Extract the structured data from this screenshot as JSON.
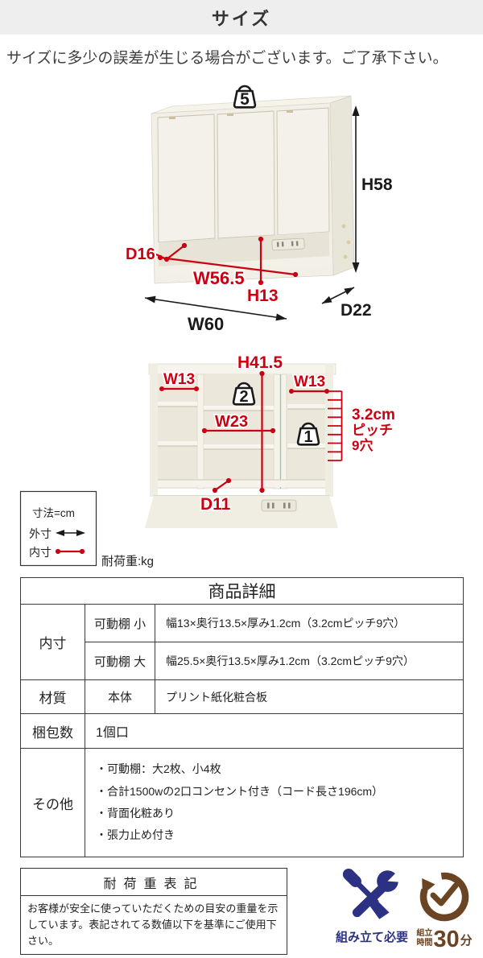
{
  "header": {
    "title": "サイズ"
  },
  "notice": "サイズに多少の誤差が生じる場合がございます。ご了承下さい。",
  "top_diagram": {
    "load_capacity_badge": "5",
    "outer_height": "H58",
    "inner_depth": "D16",
    "inner_width": "W56.5",
    "inner_height": "H13",
    "outer_width": "W60",
    "outer_depth": "D22"
  },
  "bottom_diagram": {
    "inner_height": "H41.5",
    "left_inner_width": "W13",
    "right_inner_width": "W13",
    "center_load_badge": "2",
    "center_inner_width": "W23",
    "right_load_badge": "1",
    "pitch_l1": "3.2cm",
    "pitch_l2": "ピッチ",
    "pitch_l3": "9穴",
    "inner_depth": "D11"
  },
  "legend": {
    "unit": "寸法=cm",
    "outer_label": "外寸",
    "inner_label": "内寸",
    "load_label": "耐荷重:kg"
  },
  "details": {
    "title": "商品詳細",
    "inner_label": "内寸",
    "shelf_small_label": "可動棚 小",
    "shelf_small_value": "幅13×奥行13.5×厚み1.2cm（3.2cmピッチ9穴）",
    "shelf_large_label": "可動棚 大",
    "shelf_large_value": "幅25.5×奥行13.5×厚み1.2cm（3.2cmピッチ9穴）",
    "material_label": "材質",
    "material_sub": "本体",
    "material_value": "プリント紙化粧合板",
    "package_label": "梱包数",
    "package_value": "1個口",
    "other_label": "その他",
    "other_items": [
      "・可動棚：大2枚、小4枚",
      "・合計1500wの2口コンセント付き（コード長さ196cm）",
      "・背面化粧あり",
      "・張力止め付き"
    ]
  },
  "load_note": {
    "title": "耐荷重表記",
    "body": "お客様が安全に使っていただくための目安の重量を示しています。表記されてる数値以下を基準にご使用下さい。"
  },
  "assembly": {
    "required_label": "組み立て必要",
    "time_prefix_l1": "組立",
    "time_prefix_l2": "時間",
    "time_value": "30",
    "time_unit": "分"
  },
  "icons": {
    "assembly": "wrench-screwdriver-icon",
    "time": "clock-rotate-icon",
    "load": "weight-badge-icon"
  },
  "colors": {
    "dimension_red": "#cc0011",
    "dimension_black": "#1a1a1a",
    "assembly_navy": "#2d3184",
    "time_brown": "#6b4423"
  }
}
